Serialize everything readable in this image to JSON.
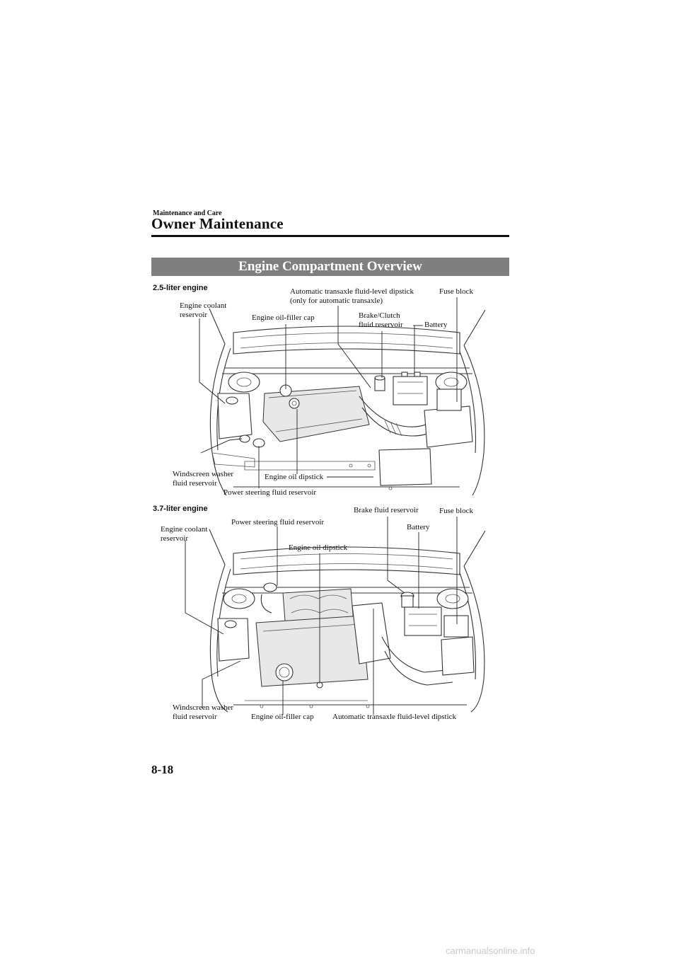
{
  "header": {
    "section": "Maintenance and Care",
    "title": "Owner Maintenance"
  },
  "banner": "Engine Compartment Overview",
  "engine1": {
    "heading": "2.5-liter engine",
    "labels": {
      "atf_dipstick_l1": "Automatic transaxle fluid-level dipstick",
      "atf_dipstick_l2": "(only for automatic transaxle)",
      "fuse_block": "Fuse block",
      "coolant_l1": "Engine coolant",
      "coolant_l2": "reservoir",
      "oil_filler_cap": "Engine oil-filler cap",
      "brake_clutch_l1": "Brake/Clutch",
      "brake_clutch_l2": "fluid reservoir",
      "battery": "Battery",
      "washer_l1": "Windscreen washer",
      "washer_l2": "fluid reservoir",
      "oil_dipstick": "Engine oil dipstick",
      "power_steering": "Power steering fluid reservoir"
    }
  },
  "engine2": {
    "heading": "3.7-liter engine",
    "labels": {
      "brake_fluid": "Brake fluid reservoir",
      "fuse_block": "Fuse block",
      "coolant_l1": "Engine coolant",
      "coolant_l2": "reservoir",
      "power_steering": "Power steering fluid reservoir",
      "battery": "Battery",
      "oil_dipstick": "Engine oil dipstick",
      "washer_l1": "Windscreen washer",
      "washer_l2": "fluid reservoir",
      "oil_filler_cap": "Engine oil-filler cap",
      "atf_dipstick": "Automatic transaxle fluid-level dipstick"
    }
  },
  "page_number": "8-18",
  "watermark": "carmanualsonline.info"
}
